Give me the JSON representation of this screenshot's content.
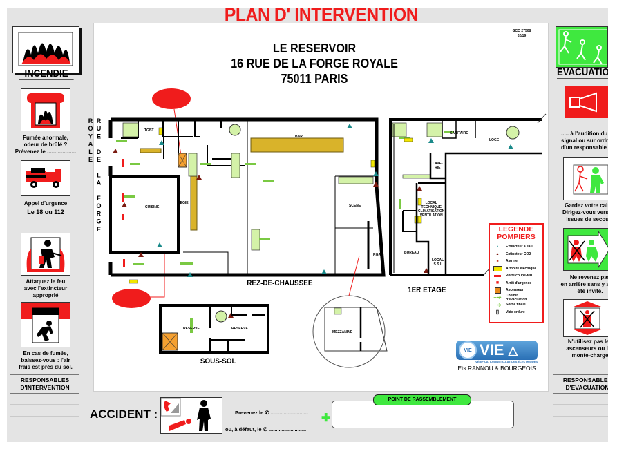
{
  "title": "PLAN  D' INTERVENTION",
  "header": {
    "name": "LE RESERVOIR",
    "street": "16 RUE DE LA FORGE ROYALE",
    "city": "75011 PARIS",
    "ref_line1": "GCO 27508",
    "ref_line2": "02/19"
  },
  "left_column": {
    "section": "INCENDIE",
    "items": [
      {
        "icon": "fire-alarm-icon",
        "text": [
          "Fumée anormale,",
          "odeur de brûlé ?",
          "Prévenez le ..................."
        ]
      },
      {
        "icon": "fire-truck-icon",
        "text": [
          "Appel d'urgence",
          "Le 18 ou 112"
        ]
      },
      {
        "icon": "extinguisher-person-icon",
        "text": [
          "Attaquez le feu",
          "avec l'extincteur",
          "approprié"
        ]
      },
      {
        "icon": "smoke-crouch-icon",
        "text": [
          "En cas de fumée,",
          "baissez-vous : l'air",
          "frais est près du sol."
        ]
      }
    ],
    "responsables": [
      "RESPONSABLES",
      "D'INTERVENTION"
    ]
  },
  "right_column": {
    "section": "EVACUATION",
    "items": [
      {
        "icon": "alarm-horn-icon",
        "text": [
          "..... à l'audition du",
          "signal ou sur ordre",
          "d'un responsable"
        ]
      },
      {
        "icon": "calm-walk-icon",
        "text": [
          "Gardez votre calme",
          "Dirigez-vous vers les",
          "issues de secours"
        ]
      },
      {
        "icon": "no-return-icon",
        "text": [
          "Ne revenez pas",
          "en arrière sans y avoir",
          "été invité."
        ]
      },
      {
        "icon": "no-elevator-icon",
        "text": [
          "N'utilisez pas les",
          "ascenseurs ou les",
          "monte-charge"
        ]
      }
    ],
    "responsables": [
      "RESPONSABLES",
      "D'EVACUATION"
    ]
  },
  "plan": {
    "street": "RUE DE LA FORGE ROYALE",
    "levels": {
      "rdc": "REZ-DE-CHAUSSEE",
      "etage": "1ER ETAGE",
      "soussol": "SOUS-SOL"
    },
    "rooms": {
      "tgbt": "TGBT",
      "cuisine": "CUISINE",
      "regie": "REGIE",
      "bar": "BAR",
      "scene": "SCENE",
      "rga": "RGA",
      "sanitaire": "SANITAIRE",
      "loge": "LOGE",
      "laverie": [
        "LAVE-",
        "RIE"
      ],
      "local_tech": [
        "LOCAL",
        "TECHNIQUE",
        "CLIMATISATION",
        "VENTILATION"
      ],
      "bureau": "BUREAU",
      "local_ssi": [
        "LOCAL",
        "S.S.I."
      ],
      "reserve1": "RESERVE",
      "reserve2": "RESERVE",
      "mezzanine": "MEZZANINE"
    }
  },
  "legend": {
    "title": [
      "LEGENDE",
      "POMPIERS"
    ],
    "items": [
      {
        "label": "Extincteur à eau",
        "symbol": "water-extinguisher",
        "color": "#1a8a8a"
      },
      {
        "label": "Extincteur CO2",
        "symbol": "co2-extinguisher",
        "color": "#7a1a10"
      },
      {
        "label": "Alarme",
        "symbol": "alarm",
        "color": "#c0392b"
      },
      {
        "label": "Armoire électrique",
        "symbol": "electrical-cabinet",
        "color": "#f2e600"
      },
      {
        "label": "Porte coupe-feu",
        "symbol": "fire-door",
        "color": "#f01c1c"
      },
      {
        "label": "Arrêt d'urgence",
        "symbol": "emergency-stop",
        "color": "#f01c1c"
      },
      {
        "label": "Ascenseur",
        "symbol": "elevator",
        "color": "#e88a1a"
      },
      {
        "label": "Chemin d'évacuation",
        "symbol": "evac-path",
        "color": "#7ac943"
      },
      {
        "label": "Sortie finale",
        "symbol": "final-exit",
        "color": "#7ac943"
      },
      {
        "label": "Vide ordure",
        "symbol": "garbage-chute",
        "color": "#000000"
      }
    ]
  },
  "logo": {
    "brand": "VIE",
    "badge": "VIE",
    "tagline": "VÉRIFICATION INSTALLATIONS ÉLECTRIQUES",
    "company": "Ets RANNOU & BOURGEOIS"
  },
  "footer": {
    "accident": "ACCIDENT :",
    "prevenez": "Prevenez le ✆ ..........................",
    "defaut": "ou, à défaut, le ✆ ..........................",
    "plus": "✚",
    "rassemblement": "POINT DE RASSEMBLEMENT"
  },
  "colors": {
    "red": "#f01c1c",
    "green": "#3fe83f",
    "evac_green": "#7ac943",
    "wall": "#000000",
    "counter": "#d9b32a",
    "stairs": "#d4f2a8"
  }
}
